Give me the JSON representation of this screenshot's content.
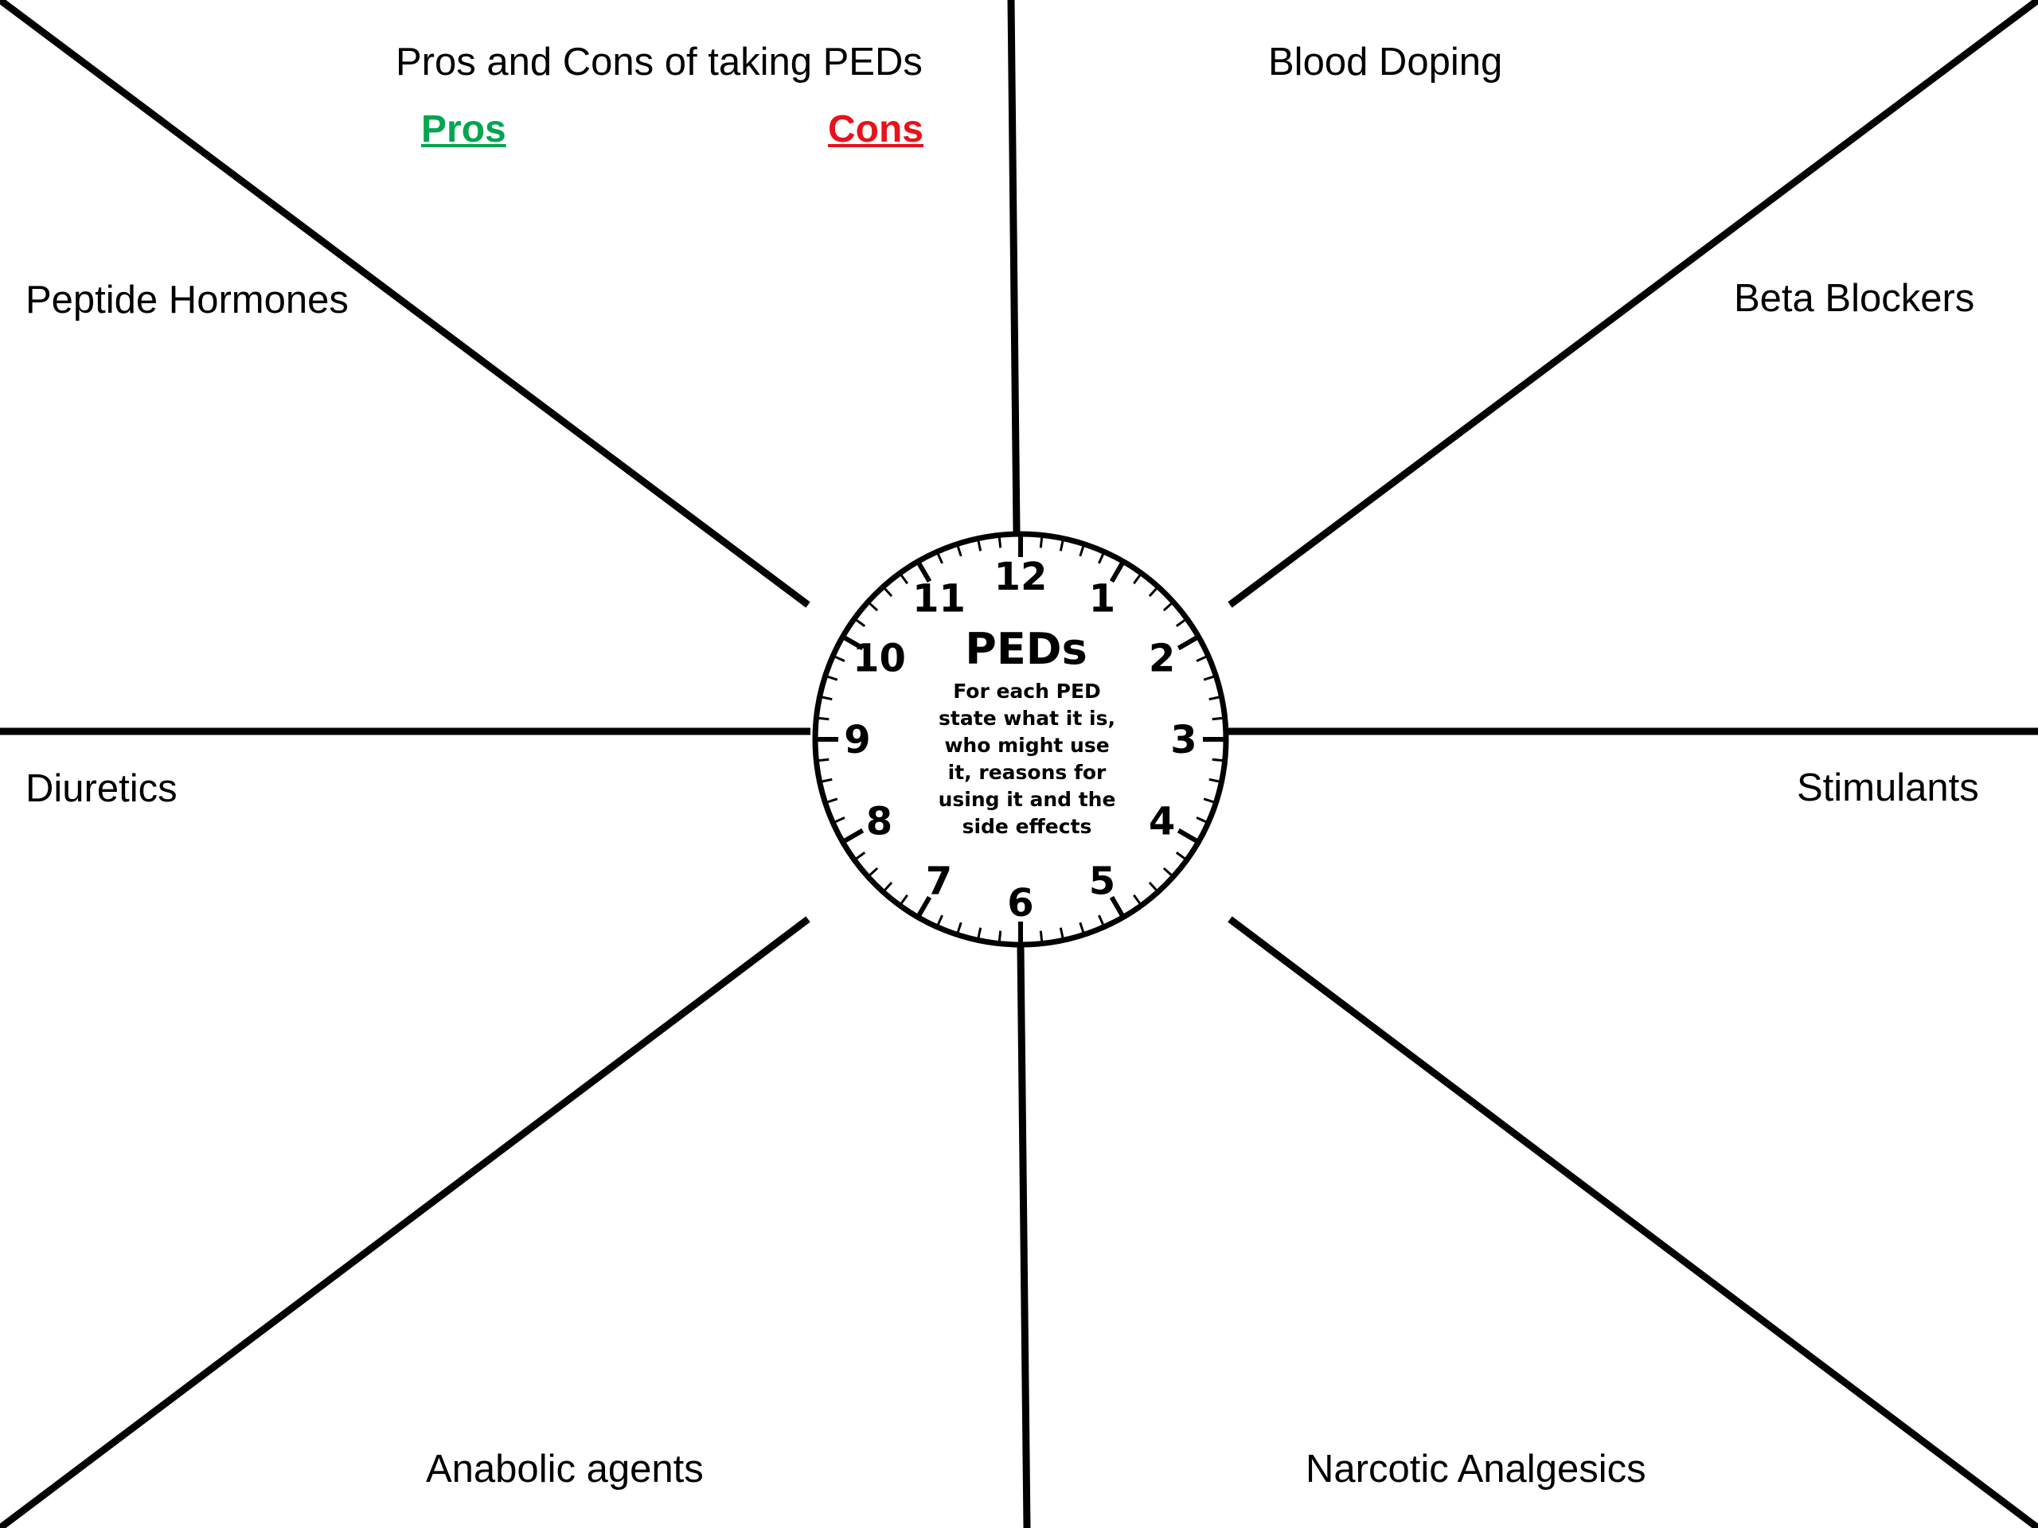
{
  "header": {
    "title": "Pros and Cons of taking PEDs",
    "pros_label": "Pros",
    "cons_label": "Cons",
    "pros_color": "#00A550",
    "cons_color": "#E8121C"
  },
  "sections": {
    "blood_doping": "Blood Doping",
    "peptide_hormones": "Peptide Hormones",
    "beta_blockers": "Beta Blockers",
    "diuretics": "Diuretics",
    "stimulants": "Stimulants",
    "anabolic_agents": "Anabolic agents",
    "narcotic_analgesics": "Narcotic Analgesics"
  },
  "clock": {
    "title": "PEDs",
    "instructions": [
      "For each PED",
      "state what it is,",
      "who might use",
      "it, reasons for",
      "using it and the",
      "side effects"
    ],
    "numerals": [
      "12",
      "1",
      "2",
      "3",
      "4",
      "5",
      "6",
      "7",
      "8",
      "9",
      "10",
      "11"
    ]
  },
  "colors": {
    "line": "#000000",
    "background": "#ffffff"
  }
}
